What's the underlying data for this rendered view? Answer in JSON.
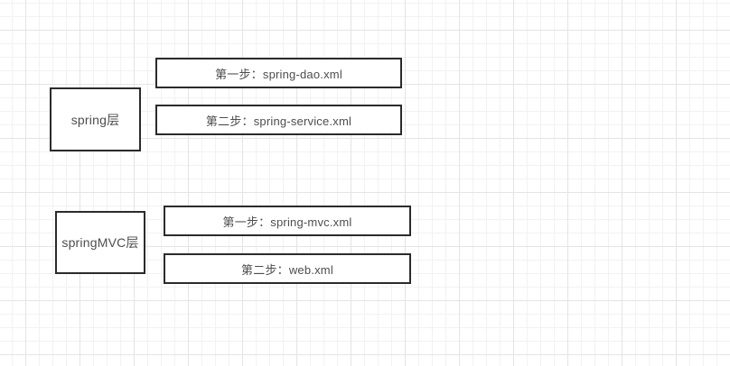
{
  "canvas": {
    "background_color": "#ffffff",
    "grid_minor_color": "#f2f2f2",
    "grid_major_color": "#e4e4e4",
    "shape_border_color": "#2b2b2b",
    "shape_fill_color": "#ffffff",
    "text_color": "#4d4d4d"
  },
  "groups": [
    {
      "layer": {
        "label": "spring层"
      },
      "steps": [
        {
          "label": "第一步：spring-dao.xml"
        },
        {
          "label": "第二步：spring-service.xml"
        }
      ]
    },
    {
      "layer": {
        "label": "springMVC层"
      },
      "steps": [
        {
          "label": "第一步：spring-mvc.xml"
        },
        {
          "label": "第二步：web.xml"
        }
      ]
    }
  ]
}
